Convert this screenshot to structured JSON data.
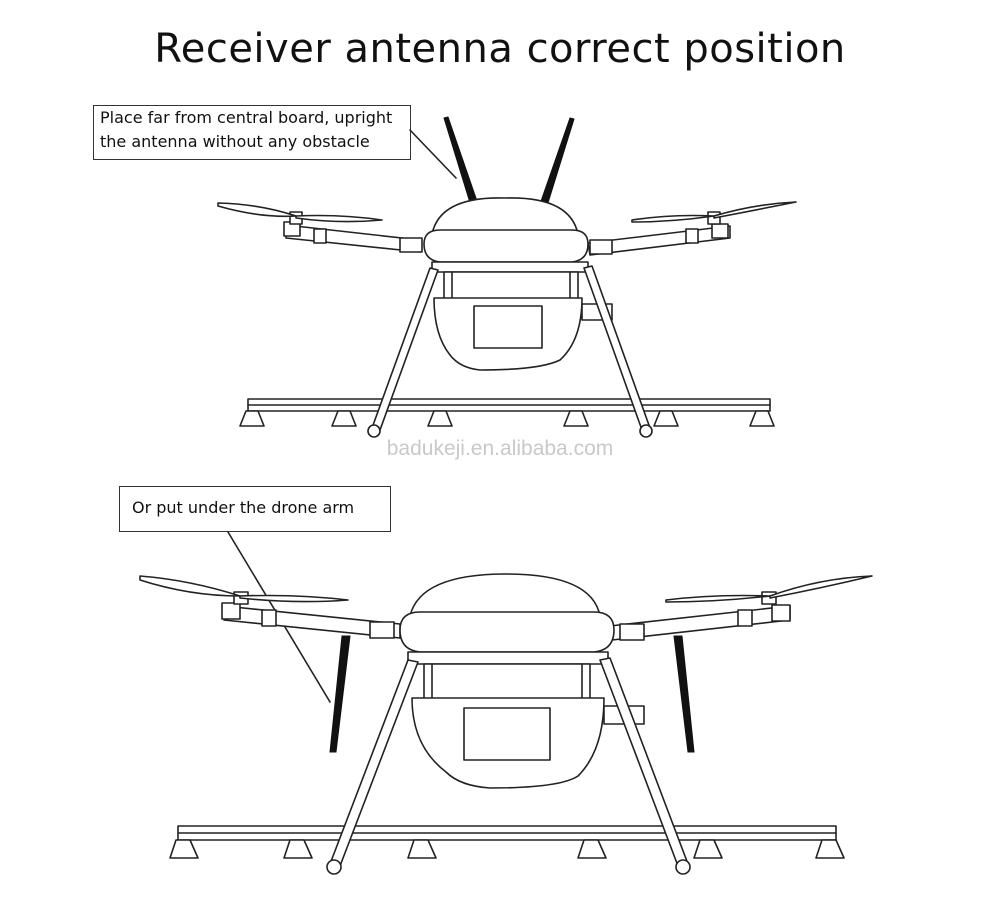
{
  "title": "Receiver antenna correct position",
  "callout_top": {
    "line1": "Place far from central board, upright",
    "line2": "the antenna without any obstacle"
  },
  "callout_bottom": {
    "text": "Or put under the drone arm"
  },
  "watermark": "badukeji.en.alibaba.com"
}
